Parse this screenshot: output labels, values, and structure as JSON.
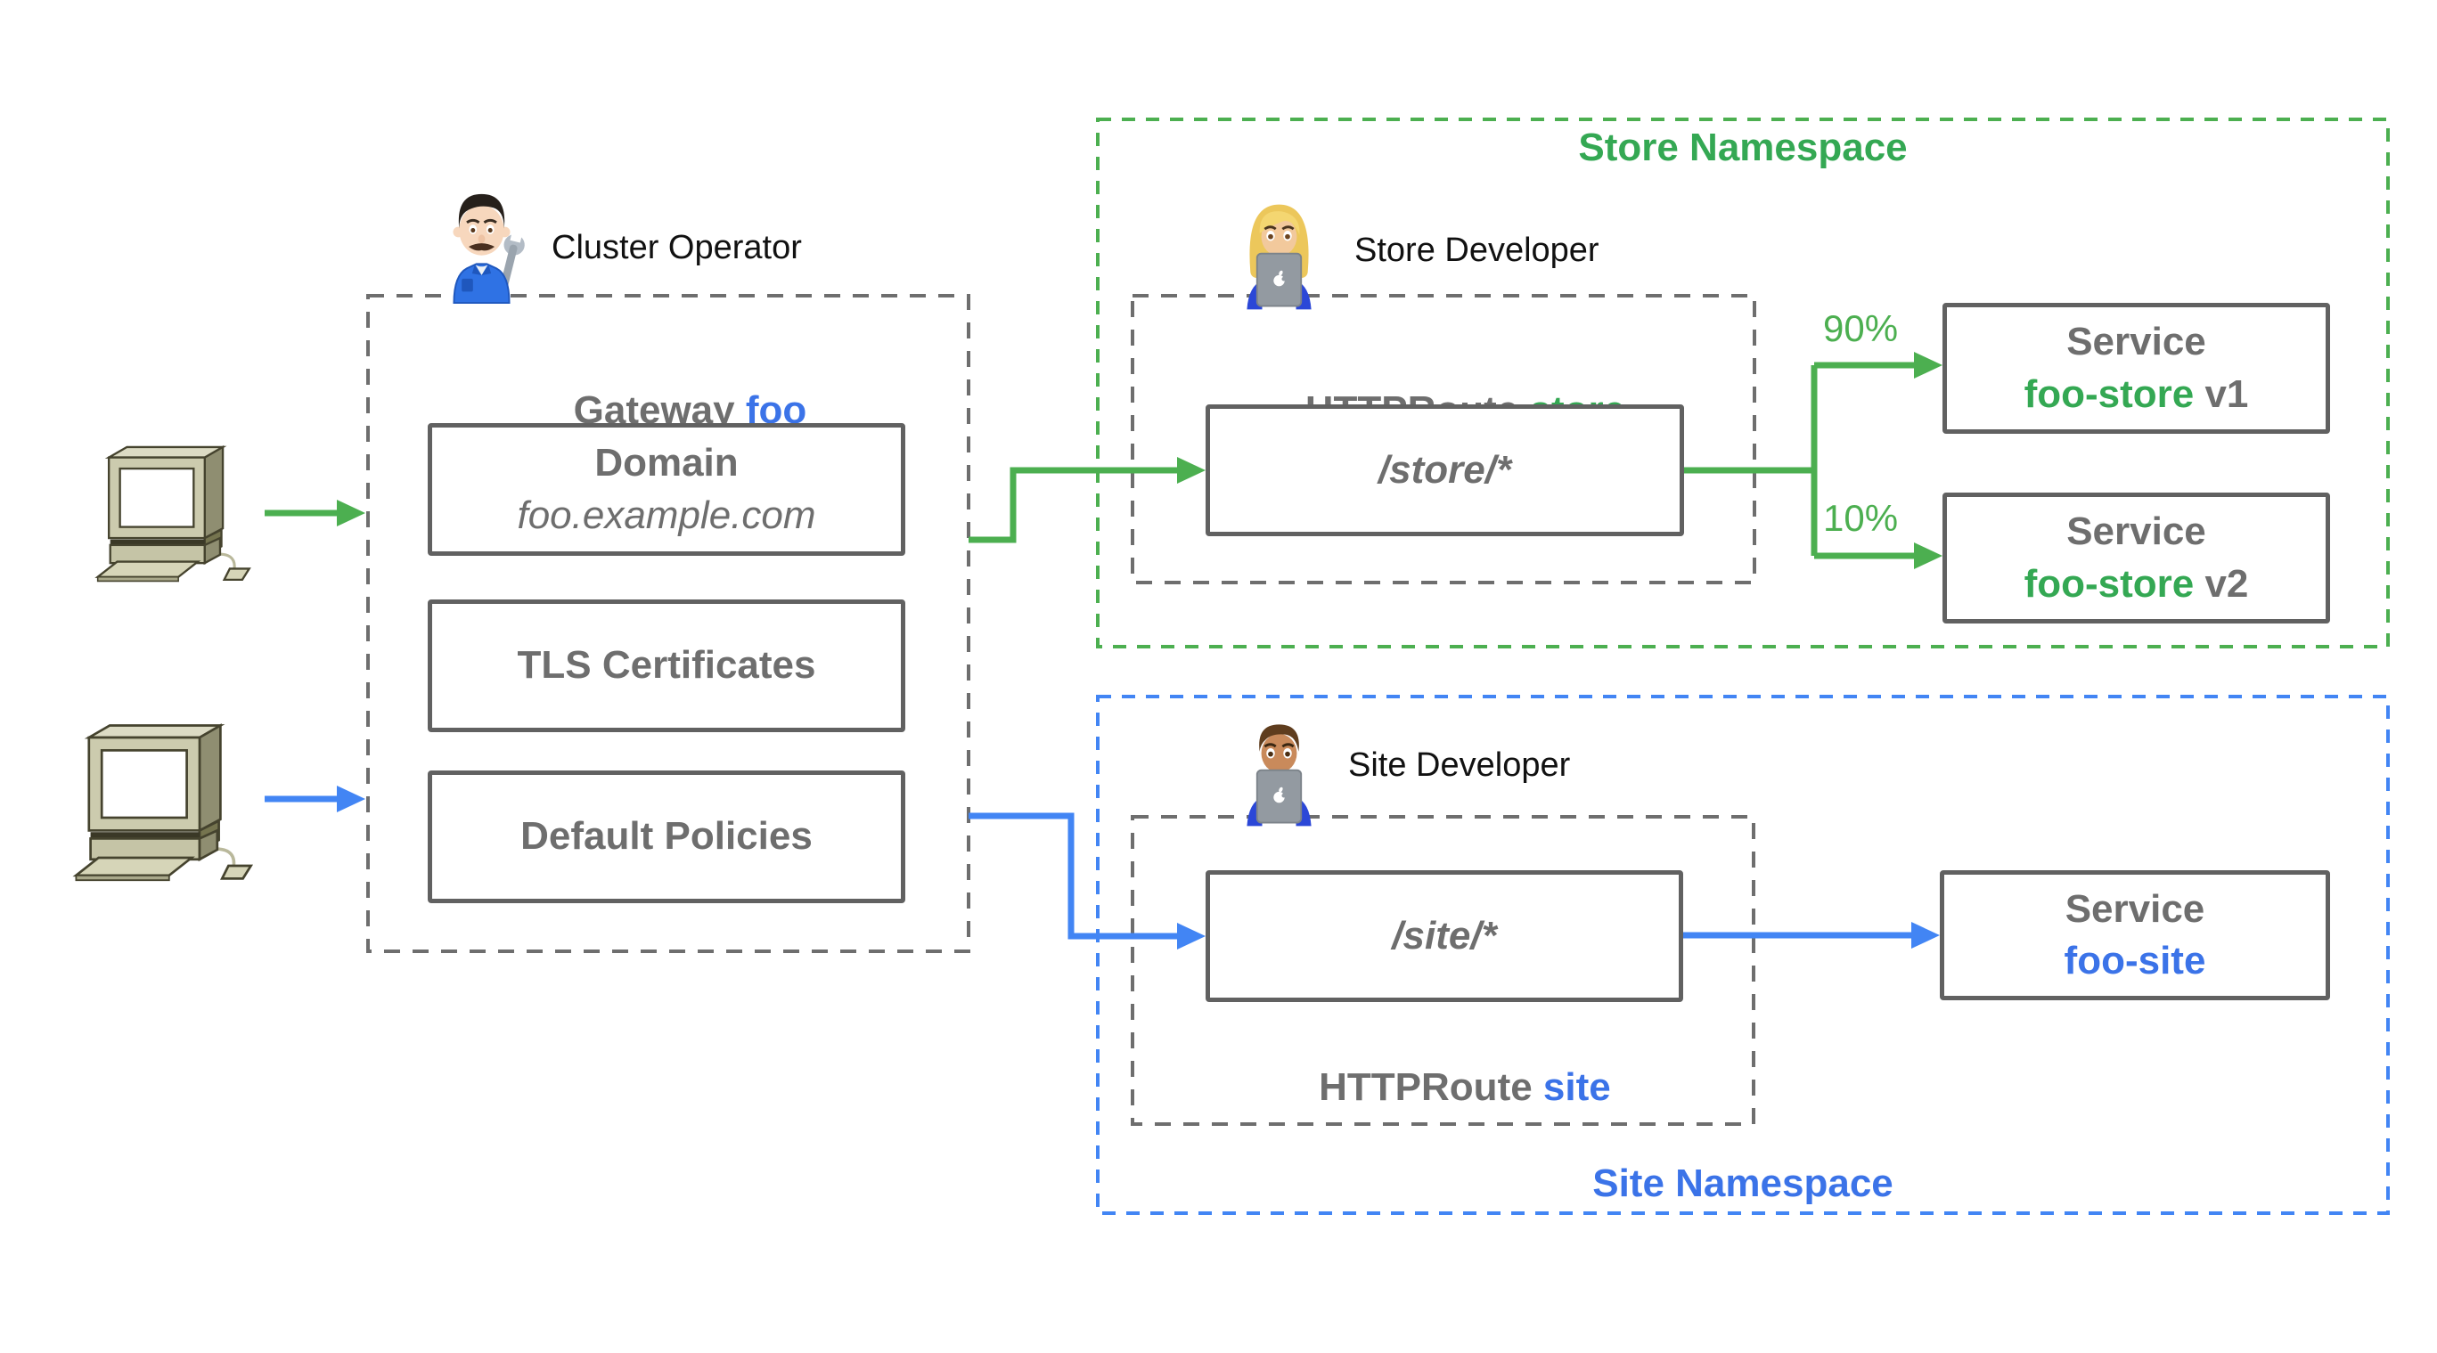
{
  "colors": {
    "green_stroke": "#4CAF50",
    "green_text": "#34A853",
    "blue_stroke": "#4285F4",
    "blue_text": "#3B73E8",
    "gray_border": "#616161",
    "gray_dash": "#6E6E6E",
    "gray_text": "#6E6E6E",
    "black_text": "#111111"
  },
  "gateway": {
    "owner_label": "Cluster Operator",
    "title_prefix": "Gateway ",
    "title_name": "foo",
    "domain_label": "Domain",
    "domain_value": "foo.example.com",
    "tls_label": "TLS Certificates",
    "policies_label": "Default Policies"
  },
  "store": {
    "namespace_title": "Store Namespace",
    "owner_label": "Store Developer",
    "route_prefix": "HTTPRoute ",
    "route_name": "store",
    "path": "/store/*",
    "weight_v1": "90%",
    "weight_v2": "10%",
    "service_v1_type": "Service",
    "service_v1_name": "foo-store",
    "service_v1_version": " v1",
    "service_v2_type": "Service",
    "service_v2_name": "foo-store",
    "service_v2_version": " v2"
  },
  "site": {
    "namespace_title": "Site Namespace",
    "owner_label": "Site Developer",
    "route_prefix": "HTTPRoute ",
    "route_name": "site",
    "path": "/site/*",
    "service_type": "Service",
    "service_name": "foo-site"
  },
  "icons": {
    "client_top": "desktop-computer-icon",
    "client_bottom": "desktop-computer-icon",
    "cluster_operator": "mechanic-person-icon",
    "store_developer": "woman-technologist-icon",
    "site_developer": "man-technologist-icon"
  }
}
